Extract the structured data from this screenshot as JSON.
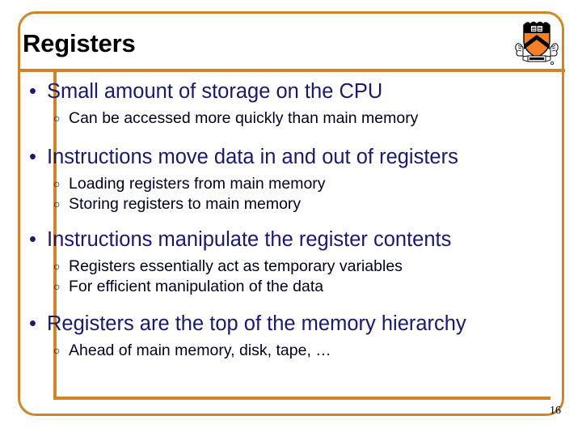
{
  "slide": {
    "title": "Registers",
    "page_number": "16",
    "accent_color": "#cf8527",
    "heading_color": "#000000",
    "level1_color": "#191970",
    "level2_color": "#000022",
    "logo": {
      "name": "princeton-shield-logo",
      "shield_color": "#F58025",
      "detail_color": "#000000"
    },
    "bullets": {
      "level1_glyph": "•",
      "level2_glyph": "○"
    },
    "groups": [
      {
        "level1": "Small amount of storage on the CPU",
        "level2": [
          "Can be accessed more quickly than main memory"
        ]
      },
      {
        "level1": "Instructions move data in and out of registers",
        "level2": [
          "Loading registers from main memory",
          "Storing registers to main memory"
        ]
      },
      {
        "level1": "Instructions manipulate the register contents",
        "level2": [
          "Registers essentially act as temporary variables",
          "For efficient manipulation of the data"
        ]
      },
      {
        "level1": "Registers are the top of the memory hierarchy",
        "level2": [
          "Ahead of main memory, disk, tape, …"
        ]
      }
    ]
  }
}
